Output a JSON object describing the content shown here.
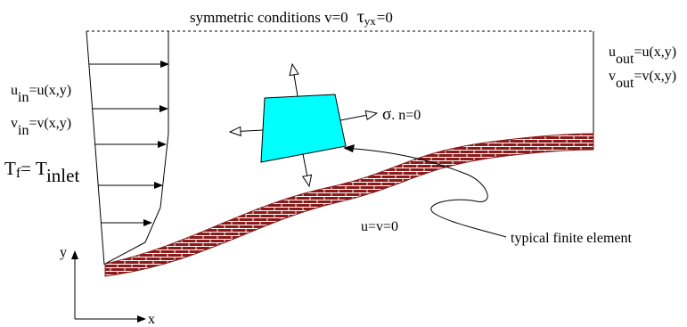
{
  "top_boundary": {
    "prefix": "symmetric conditions   v=0",
    "tau": "τ",
    "tau_sub": "yx",
    "suffix": "=0"
  },
  "inlet": {
    "u_main": "u",
    "u_sub": "in",
    "u_rest": "=u(x,y)",
    "v_main": "v",
    "v_sub": "in",
    "v_rest": "=v(x,y)",
    "t_main": "T",
    "t_sub": "f",
    "t_eq": "= T",
    "t_sub2": "inlet"
  },
  "outlet": {
    "u_main": "u",
    "u_sub": "out",
    "u_rest": "=u(x,y)",
    "v_main": "v",
    "v_sub": "out",
    "v_rest": "=v(x,y)"
  },
  "element_bc": {
    "sigma": "σ",
    "rest": ". n=0"
  },
  "wall_bc": "u=v=0",
  "callout": "typical finite element",
  "axes": {
    "x": "x",
    "y": "y"
  },
  "colors": {
    "element_fill": "#00ffff",
    "brick_fill": "#8b1a1a",
    "mortar": "#ffffff",
    "line": "#000000"
  }
}
